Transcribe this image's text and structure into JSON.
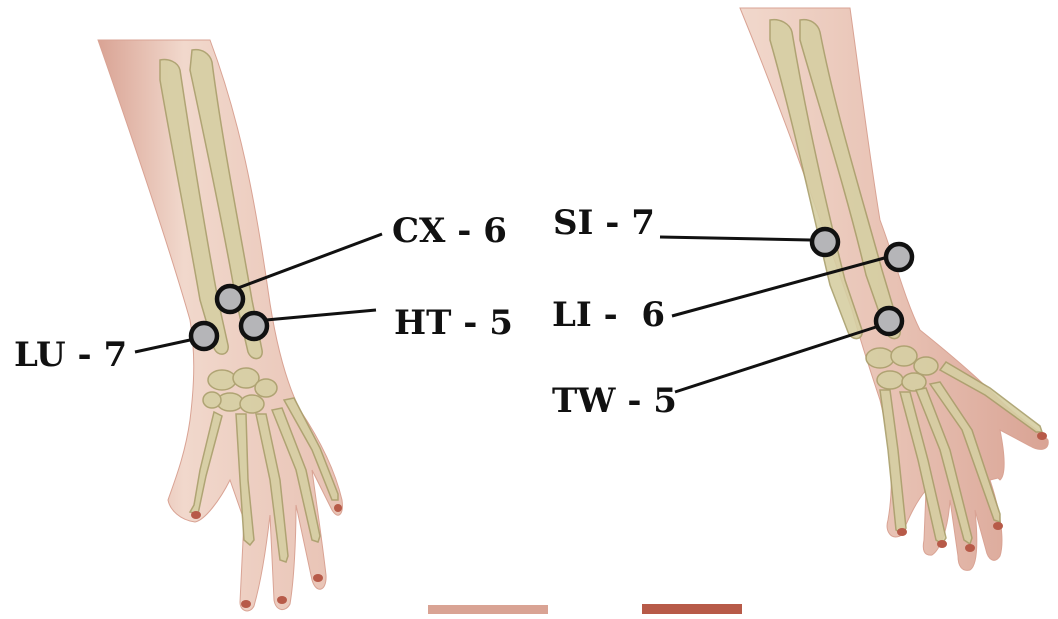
{
  "colors": {
    "skin_light": "#f1d8cc",
    "skin": "#e8c2b4",
    "skin_dark": "#d9a394",
    "bone": "#d6cfa3",
    "bone_dark": "#a99f6b",
    "nail": "#b75a48",
    "marker_fill": "#b5b5b8",
    "marker_stroke": "#111111",
    "leader_line": "#111111",
    "label_text": "#111111"
  },
  "left_arm": {
    "labels": {
      "cx6": "CX - 6",
      "ht5": "HT - 5",
      "lu7": "LU - 7"
    }
  },
  "right_arm": {
    "labels": {
      "si7": "SI - 7",
      "li6": "LI -  6",
      "tw5": "TW - 5"
    }
  }
}
